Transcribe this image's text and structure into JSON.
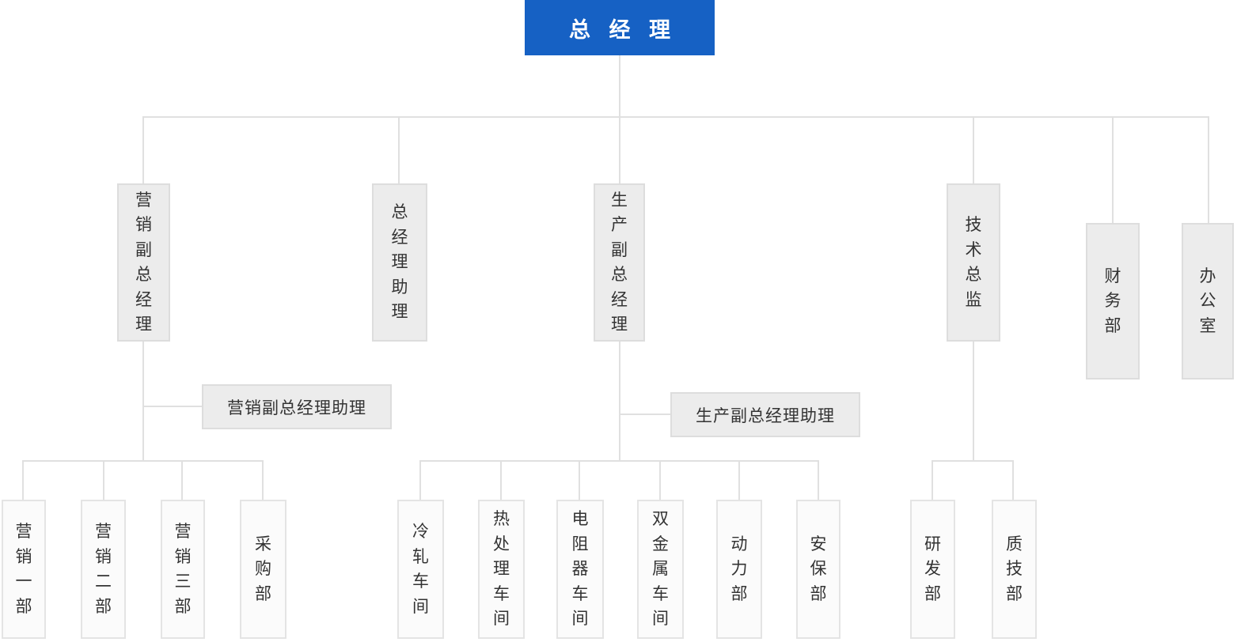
{
  "org": {
    "root": {
      "label": "总 经 理"
    },
    "executives": [
      {
        "label": "营销副总经理"
      },
      {
        "label": "总经理助理"
      },
      {
        "label": "生产副总经理"
      },
      {
        "label": "技术总监"
      },
      {
        "label": "财务部"
      },
      {
        "label": "办公室"
      }
    ],
    "assistants": [
      {
        "label": "营销副总经理助理"
      },
      {
        "label": "生产副总经理助理"
      }
    ],
    "departments": [
      {
        "label": "营销一部"
      },
      {
        "label": "营销二部"
      },
      {
        "label": "营销三部"
      },
      {
        "label": "采购部"
      },
      {
        "label": "冷轧车间"
      },
      {
        "label": "热处理车间"
      },
      {
        "label": "电阻器车间"
      },
      {
        "label": "双金属车间"
      },
      {
        "label": "动力部"
      },
      {
        "label": "安保部"
      },
      {
        "label": "研发部"
      },
      {
        "label": "质技部"
      }
    ]
  },
  "colors": {
    "root_background": "#1661C4",
    "root_text": "#FFFFFF",
    "node_background": "#ECECEC",
    "node_border": "#DDDDDD",
    "department_background": "#FBFBFB",
    "department_border": "#E4E4E4",
    "connector_line": "#E0E0E0",
    "node_text": "#333333",
    "page_background": "#FFFFFF"
  }
}
